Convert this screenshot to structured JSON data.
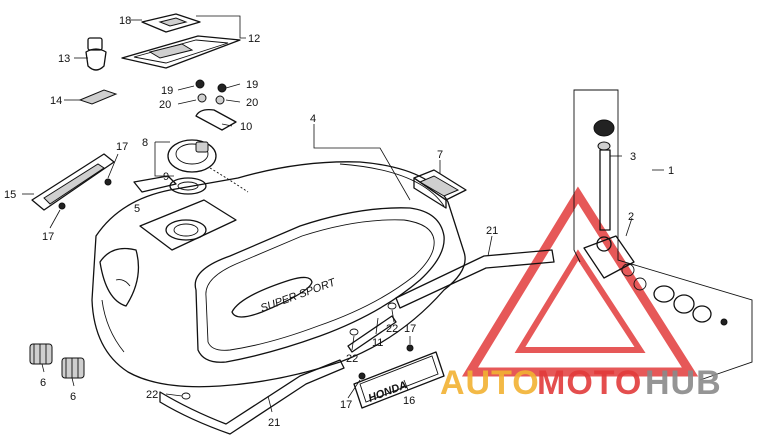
{
  "callouts": {
    "c1": "1",
    "c2": "2",
    "c3": "3",
    "c4": "4",
    "c5": "5",
    "c6a": "6",
    "c6b": "6",
    "c7": "7",
    "c8": "8",
    "c9": "9",
    "c10": "10",
    "c11": "11",
    "c12": "12",
    "c13": "13",
    "c14": "14",
    "c15": "15",
    "c16": "16",
    "c17a": "17",
    "c17b": "17",
    "c17c": "17",
    "c17d": "17",
    "c18": "18",
    "c19a": "19",
    "c19b": "19",
    "c20a": "20",
    "c20b": "20",
    "c21a": "21",
    "c21b": "21",
    "c22a": "22",
    "c22b": "22",
    "c22c": "22"
  },
  "tank_badge": "SUPER SPORT",
  "emblem": "HONDA",
  "watermark": {
    "part1": "AUTO",
    "part2": "MOTO",
    "part3": "HUB",
    "color_red": "#e23b3b",
    "color_orange": "#f2b233",
    "color_gray": "#8a8a8a"
  }
}
